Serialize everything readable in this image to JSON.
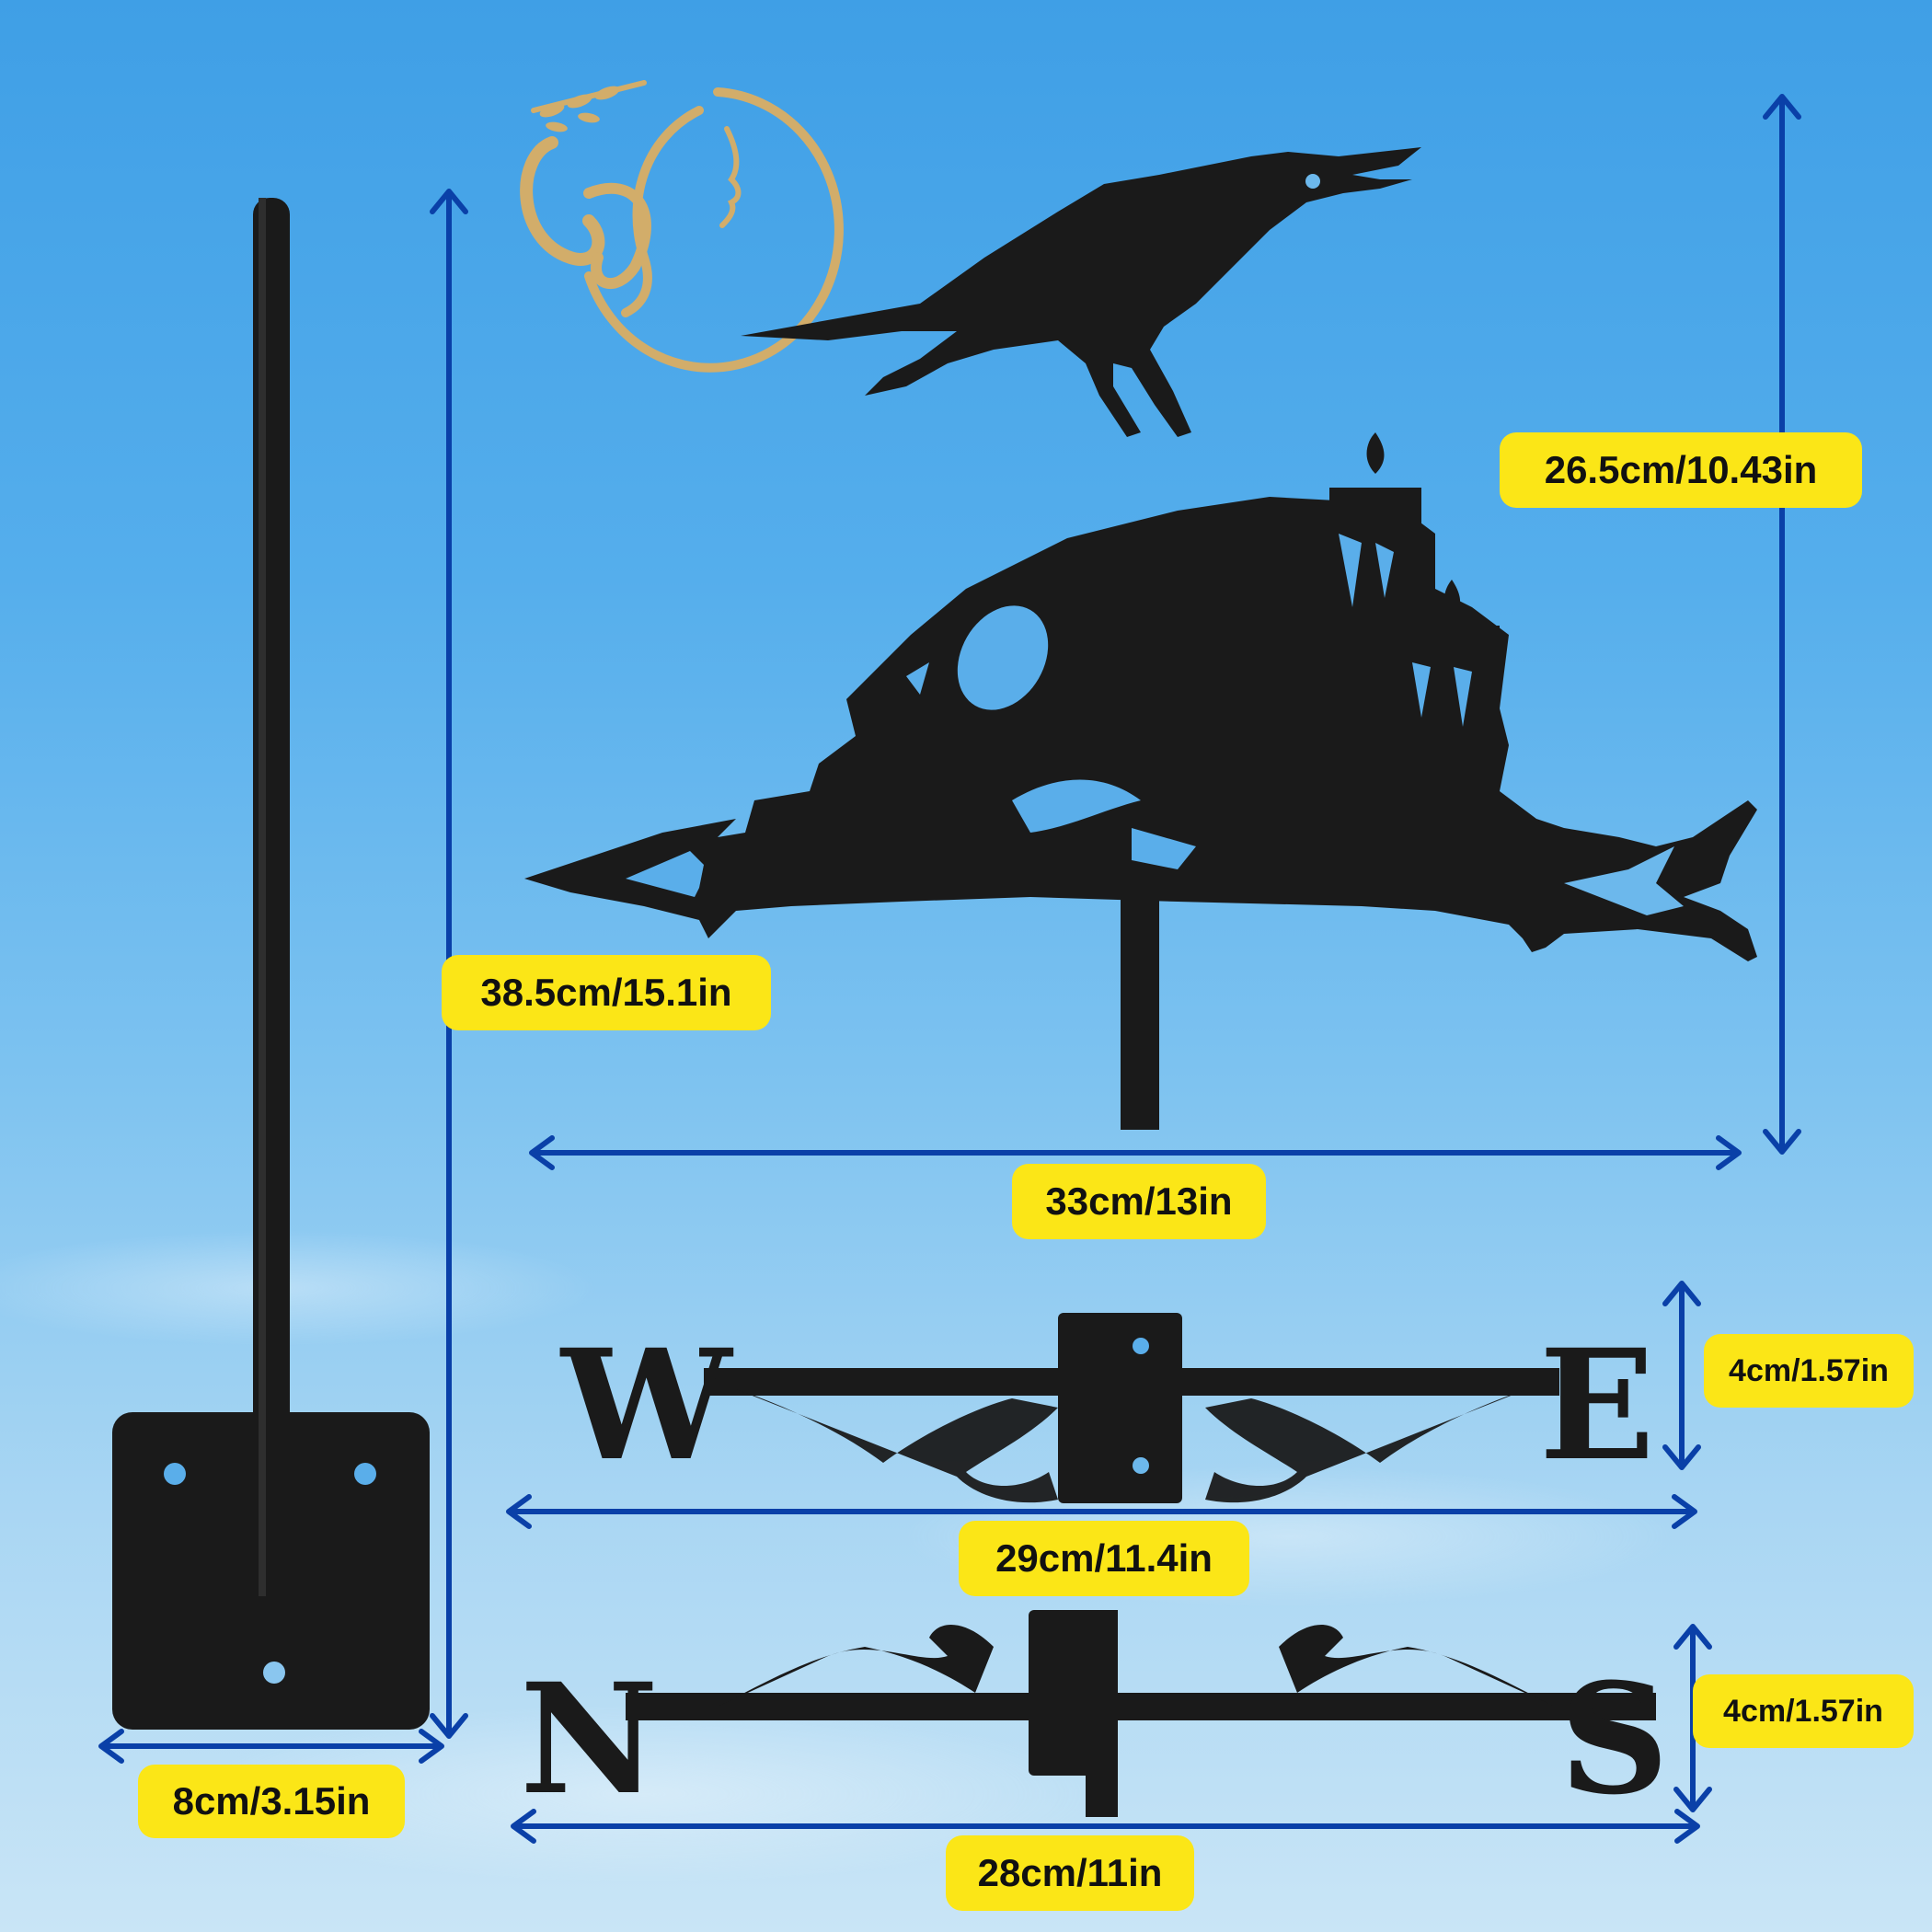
{
  "colors": {
    "label_bg": "#fbe617",
    "arrow": "#0a40a8",
    "metal": "#1a1a1a",
    "logo": "#d2ad6a"
  },
  "logo": {
    "icon": "goddess-face-logo-icon"
  },
  "product": {
    "vane": {
      "icon": "crow-on-skull-weathervane-icon"
    },
    "compass_we": {
      "west": "W",
      "east": "E"
    },
    "compass_ns": {
      "north": "N",
      "south": "S"
    },
    "pole": {
      "icon": "mounting-pole-with-base-plate-icon"
    }
  },
  "dimensions": {
    "vane_height": "26.5cm/10.43in",
    "vane_width": "33cm/13in",
    "pole_height": "38.5cm/15.1in",
    "base_width": "8cm/3.15in",
    "we_height": "4cm/1.57in",
    "we_width": "29cm/11.4in",
    "ns_height": "4cm/1.57in",
    "ns_width": "28cm/11in"
  }
}
